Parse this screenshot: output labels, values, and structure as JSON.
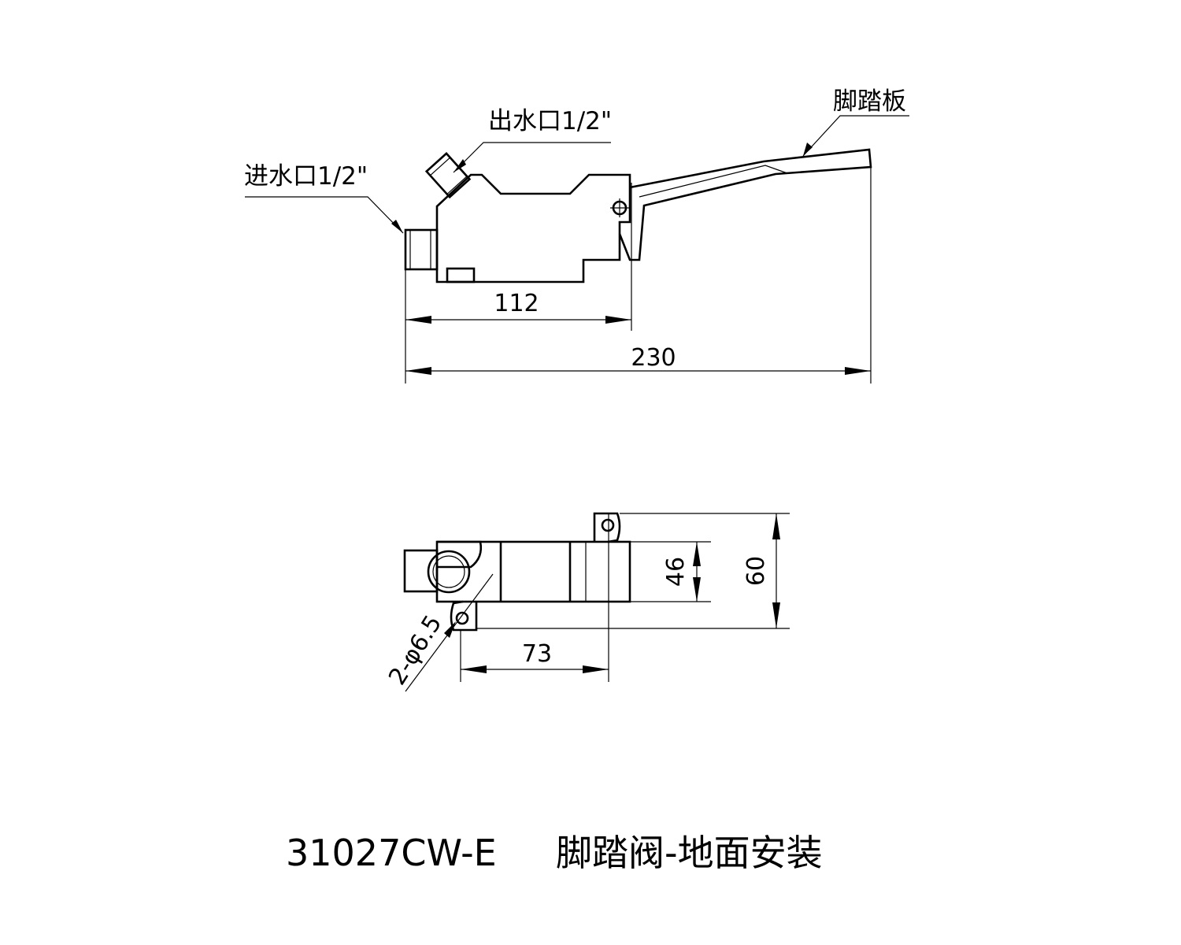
{
  "side_view": {
    "outlet_label": "出水口1/2\"",
    "inlet_label": "进水口1/2\"",
    "pedal_label": "脚踏板",
    "dim_body_length": "112",
    "dim_total_length": "230"
  },
  "top_view": {
    "dim_body_width": "46",
    "dim_total_width": "60",
    "dim_hole_spacing": "73",
    "hole_callout": "2-φ6.5"
  },
  "caption": {
    "model": "31027CW-E",
    "description": "脚踏阀-地面安装"
  }
}
